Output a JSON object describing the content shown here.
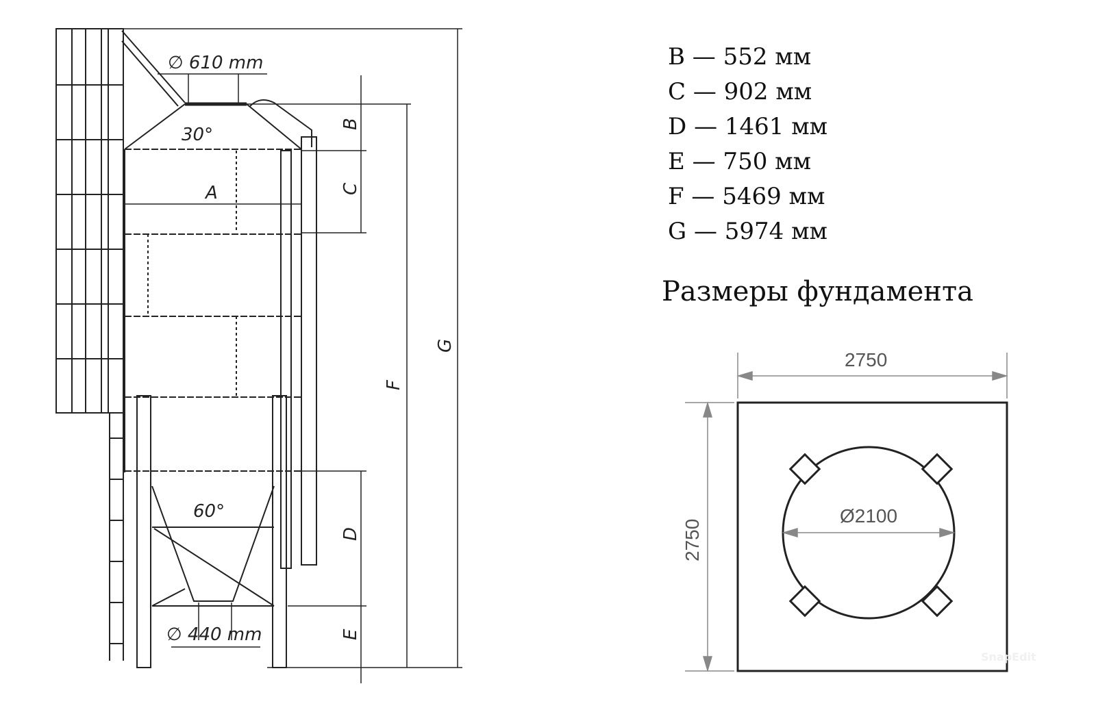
{
  "silo": {
    "top_hole": "∅ 610 mm",
    "bottom_hole": "∅ 440 mm",
    "roof_angle": "30°",
    "hopper_angle": "60°",
    "labels": {
      "A": "A",
      "B": "B",
      "C": "C",
      "D": "D",
      "E": "E",
      "F": "F",
      "G": "G"
    }
  },
  "dimensions": [
    {
      "text": "B — 552 мм"
    },
    {
      "text": "C — 902 мм"
    },
    {
      "text": "D — 1461 мм"
    },
    {
      "text": "E — 750 мм"
    },
    {
      "text": "F — 5469 мм"
    },
    {
      "text": "G — 5974 мм"
    }
  ],
  "foundation": {
    "title": "Размеры фундамента",
    "width": "2750",
    "height": "2750",
    "diameter": "Ø2100"
  },
  "watermark": "SnapEdit"
}
